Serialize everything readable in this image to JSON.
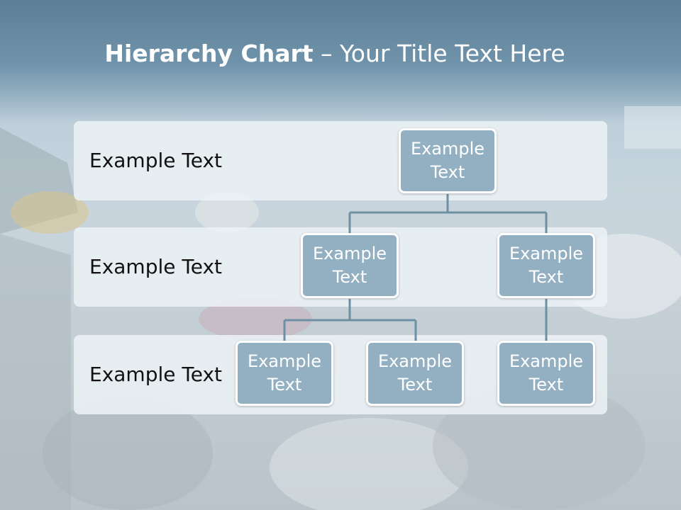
{
  "title": {
    "bold": "Hierarchy Chart",
    "rest": " – Your Title Text Here"
  },
  "levels": [
    {
      "label": "Example Text"
    },
    {
      "label": "Example Text"
    },
    {
      "label": "Example Text"
    }
  ],
  "nodes": {
    "root": {
      "line1": "Example",
      "line2": "Text"
    },
    "l2_left": {
      "line1": "Example",
      "line2": "Text"
    },
    "l2_right": {
      "line1": "Example",
      "line2": "Text"
    },
    "l3_a": {
      "line1": "Example",
      "line2": "Text"
    },
    "l3_b": {
      "line1": "Example",
      "line2": "Text"
    },
    "l3_c": {
      "line1": "Example",
      "line2": "Text"
    }
  },
  "colors": {
    "node_fill": "#93b0c2",
    "connector": "#6f8fa3",
    "band": "#ecf2f6"
  }
}
